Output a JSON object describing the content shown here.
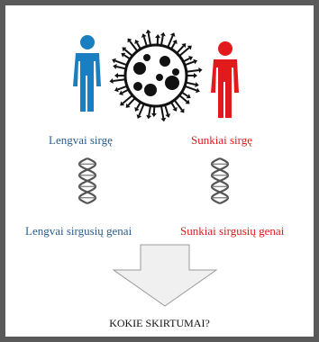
{
  "labels": {
    "mild_sick": "Lengvai sirgę",
    "severe_sick": "Sunkiai sirgę",
    "mild_genes": "Lengvai sirgusių genai",
    "severe_genes": "Sunkiai sirgusių genai",
    "question": "KOKIE SKIRTUMAI?"
  },
  "colors": {
    "mild": "#2a5d8f",
    "severe": "#e3171b",
    "person_mild": "#1a7fc1",
    "person_severe": "#e31a1c",
    "frame": "#5a5a5a",
    "arrow_fill": "#f0f0f0",
    "arrow_stroke": "#9a9a9a"
  },
  "icons": [
    "person-icon",
    "virus-icon",
    "dna-icon",
    "down-arrow-icon"
  ]
}
